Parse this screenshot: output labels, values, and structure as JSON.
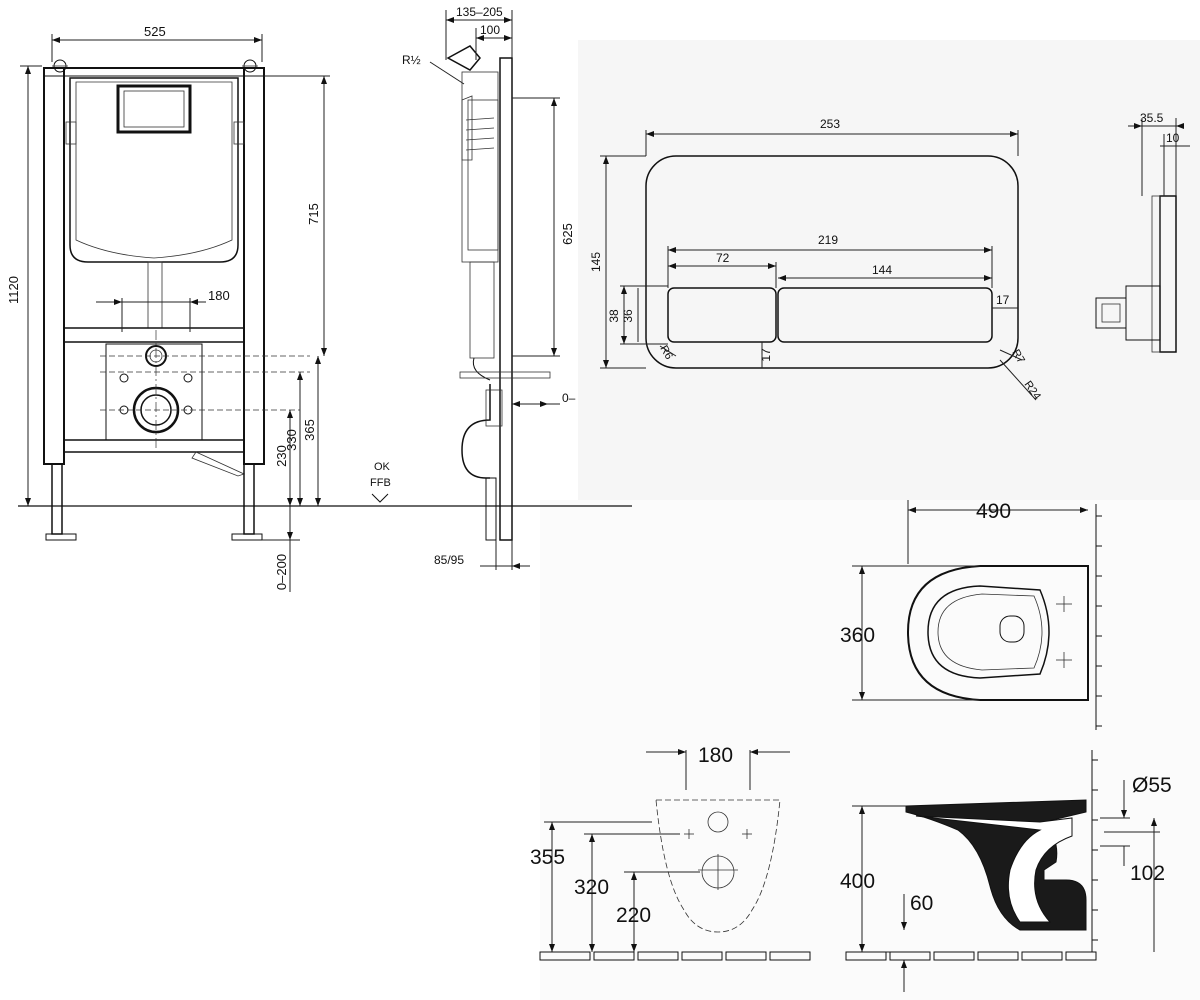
{
  "frame_front": {
    "width_525": "525",
    "height_1120": "1120",
    "height_715": "715",
    "spacing_180": "180",
    "height_365": "365",
    "height_330": "330",
    "height_230": "230",
    "leg_0_200": "0–200"
  },
  "frame_side": {
    "depth_135_205": "135–205",
    "depth_100": "100",
    "thread_r12": "R½",
    "height_625": "625",
    "offset_0": "0–",
    "floor_ok": "OK",
    "floor_ffb": "FFB",
    "depth_85_95": "85/95"
  },
  "flush_plate": {
    "width_253": "253",
    "height_145": "145",
    "buttons_219": "219",
    "button_72": "72",
    "button_144": "144",
    "height_38": "38",
    "height_36": "36",
    "side_17": "17",
    "bottom_17": "17",
    "radius_r6": "R6",
    "radius_r7": "R7",
    "radius_r24": "R24"
  },
  "flush_plate_side": {
    "depth_35_5": "35.5",
    "depth_10": "10"
  },
  "bowl_top": {
    "length_490": "490",
    "width_360": "360"
  },
  "bowl_back": {
    "spacing_180": "180",
    "height_355": "355",
    "height_320": "320",
    "height_220": "220"
  },
  "bowl_side": {
    "height_400": "400",
    "dim_60": "60",
    "diameter_55": "Ø55",
    "height_102": "102"
  }
}
